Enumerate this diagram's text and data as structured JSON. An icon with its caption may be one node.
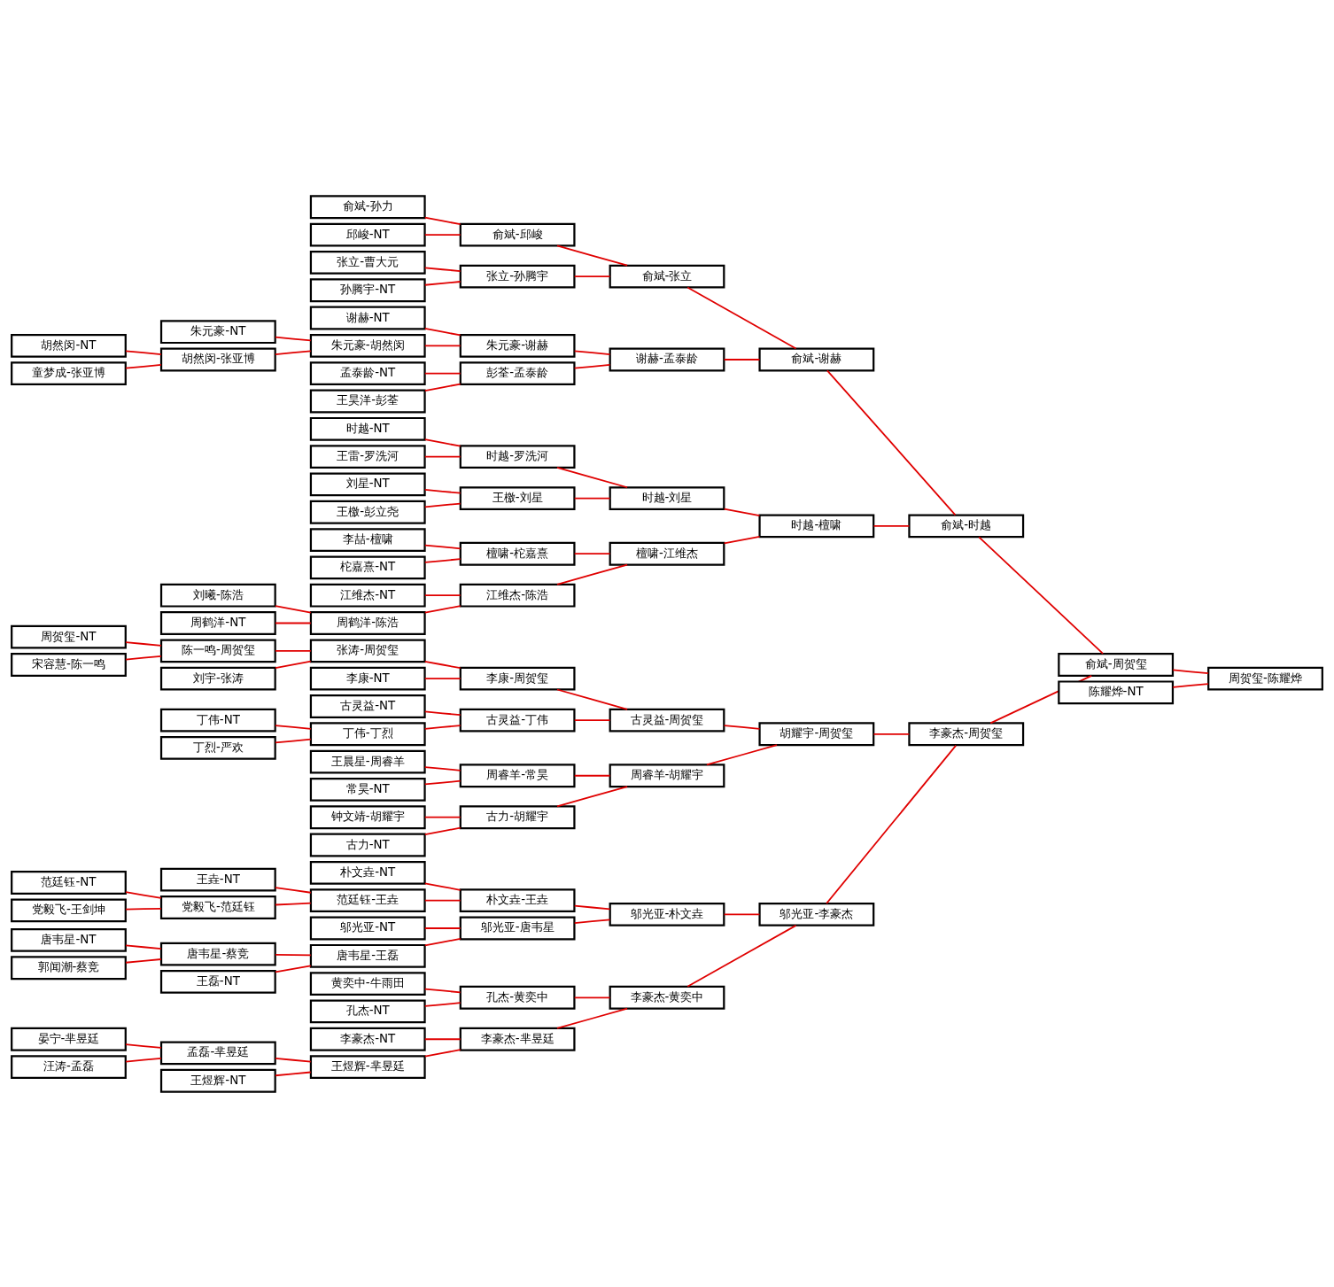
{
  "diagram": {
    "nodes": [
      {
        "text": [
          "周贺玺-NT"
        ]
      },
      {
        "text": [
          "宋容慧-陈一鸣"
        ]
      },
      {
        "text": [
          "晏宁-芈昱廷"
        ]
      },
      {
        "text": [
          "汪涛-孟磊"
        ]
      },
      {
        "text": [
          "唐韦星-NT"
        ]
      },
      {
        "text": [
          "郭闻潮-蔡竞"
        ]
      },
      {
        "text": [
          "范廷钰-NT"
        ]
      },
      {
        "text": [
          "党毅飞-王剑坤"
        ]
      },
      {
        "text": [
          "胡然闵-NT"
        ]
      },
      {
        "text": [
          "童梦成-张亚博"
        ]
      },
      {
        "text": [
          "陈一鸣-周贺玺"
        ]
      },
      {
        "text": [
          "刘宇-张涛"
        ]
      },
      {
        "text": [
          "丁伟-NT"
        ]
      },
      {
        "text": [
          "丁烈-严欢"
        ]
      },
      {
        "text": [
          "孟磊-芈昱廷"
        ]
      },
      {
        "text": [
          "王煜辉-NT"
        ]
      },
      {
        "text": [
          "唐韦星-蔡竞"
        ]
      },
      {
        "text": [
          "王磊-NT"
        ]
      },
      {
        "text": [
          "王垚-NT"
        ]
      },
      {
        "text": [
          "党毅飞-范廷钰"
        ]
      },
      {
        "text": [
          "朱元豪-NT"
        ]
      },
      {
        "text": [
          "胡然闵-张亚博"
        ]
      },
      {
        "text": [
          "刘曦-陈浩"
        ]
      },
      {
        "text": [
          "周鹤洋-NT"
        ]
      },
      {
        "text": [
          "张涛-周贺玺"
        ]
      },
      {
        "text": [
          "李康-NT"
        ]
      },
      {
        "text": [
          "古灵益-NT"
        ]
      },
      {
        "text": [
          "丁伟-丁烈"
        ]
      },
      {
        "text": [
          "钟文靖-胡耀宇"
        ]
      },
      {
        "text": [
          "古力-NT"
        ]
      },
      {
        "text": [
          "王晨星-周睿羊"
        ]
      },
      {
        "text": [
          "常昊-NT"
        ]
      },
      {
        "text": [
          "李豪杰-NT"
        ]
      },
      {
        "text": [
          "王煜辉-芈昱廷"
        ]
      },
      {
        "text": [
          "黄奕中-牛雨田"
        ]
      },
      {
        "text": [
          "孔杰-NT"
        ]
      },
      {
        "text": [
          "邬光亚-NT"
        ]
      },
      {
        "text": [
          "唐韦星-王磊"
        ]
      },
      {
        "text": [
          "朴文垚-NT"
        ]
      },
      {
        "text": [
          "范廷钰-王垚"
        ]
      },
      {
        "text": [
          "俞斌-孙力"
        ]
      },
      {
        "text": [
          "邱峻-NT"
        ]
      },
      {
        "text": [
          "张立-曹大元"
        ]
      },
      {
        "text": [
          "孙腾宇-NT"
        ]
      },
      {
        "text": [
          "谢赫-NT"
        ]
      },
      {
        "text": [
          "朱元豪-胡然闵"
        ]
      },
      {
        "text": [
          "孟泰龄-NT"
        ]
      },
      {
        "text": [
          "王昊洋-彭荃"
        ]
      },
      {
        "text": [
          "时越-NT"
        ]
      },
      {
        "text": [
          "王雷-罗洗河"
        ]
      },
      {
        "text": [
          "刘星-NT"
        ]
      },
      {
        "text": [
          "王檄-彭立尧"
        ]
      },
      {
        "text": [
          "李喆-檀啸"
        ]
      },
      {
        "text": [
          "柁嘉熹-NT"
        ]
      },
      {
        "text": [
          "江维杰-NT"
        ]
      },
      {
        "text": [
          "周鹤洋-陈浩"
        ]
      },
      {
        "text": [
          "李康-周贺玺"
        ]
      },
      {
        "text": [
          "古灵益-丁伟"
        ]
      },
      {
        "text": [
          "古力-胡耀宇"
        ]
      },
      {
        "text": [
          "周睿羊-常昊"
        ]
      },
      {
        "text": [
          "李豪杰-芈昱廷"
        ]
      },
      {
        "text": [
          "孔杰-黄奕中"
        ]
      },
      {
        "text": [
          "邬光亚-唐韦星"
        ]
      },
      {
        "text": [
          "朴文垚-王垚"
        ]
      },
      {
        "text": [
          "俞斌-邱峻"
        ]
      },
      {
        "text": [
          "张立-孙腾宇"
        ]
      },
      {
        "text": [
          "朱元豪-谢赫"
        ]
      },
      {
        "text": [
          "彭荃-孟泰龄"
        ]
      },
      {
        "text": [
          "时越-罗洗河"
        ]
      },
      {
        "text": [
          "王檄-刘星"
        ]
      },
      {
        "text": [
          "檀啸-柁嘉熹"
        ]
      },
      {
        "text": [
          "江维杰-陈浩"
        ]
      },
      {
        "text": [
          "古灵益-周贺玺"
        ]
      },
      {
        "text": [
          "周睿羊-胡耀宇"
        ]
      },
      {
        "text": [
          "李豪杰-黄奕中"
        ]
      },
      {
        "text": [
          "邬光亚-朴文垚"
        ]
      },
      {
        "text": [
          "俞斌-张立"
        ]
      },
      {
        "text": [
          "谢赫-孟泰龄"
        ]
      },
      {
        "text": [
          "时越-刘星"
        ]
      },
      {
        "text": [
          "檀啸-江维杰"
        ]
      },
      {
        "text": [
          "胡耀宇-周贺玺"
        ]
      },
      {
        "text": [
          "邬光亚-李豪杰"
        ]
      },
      {
        "text": [
          "俞斌-谢赫"
        ]
      },
      {
        "text": [
          "时越-檀啸"
        ]
      },
      {
        "text": [
          "李豪杰-周贺玺"
        ]
      },
      {
        "text": [
          "俞斌-时越"
        ]
      },
      {
        "text": [
          "陈耀烨-NT"
        ]
      },
      {
        "text": [
          "俞斌-周贺玺"
        ]
      },
      {
        "text": [
          "周贺玺-陈耀烨"
        ]
      }
    ],
    "edges": [
      {
        "from": 0,
        "to": 10,
        "arrow": "none"
      },
      {
        "from": 1,
        "to": 10,
        "arrow": "none"
      },
      {
        "from": 2,
        "to": 14,
        "arrow": "none"
      },
      {
        "from": 3,
        "to": 14,
        "arrow": "none"
      },
      {
        "from": 4,
        "to": 16,
        "arrow": "none"
      },
      {
        "from": 5,
        "to": 16,
        "arrow": "none"
      },
      {
        "from": 6,
        "to": 19,
        "arrow": "none"
      },
      {
        "from": 7,
        "to": 19,
        "arrow": "none"
      },
      {
        "from": 8,
        "to": 21,
        "arrow": "none"
      },
      {
        "from": 9,
        "to": 21,
        "arrow": "none"
      },
      {
        "from": 10,
        "to": 24,
        "arrow": "none"
      },
      {
        "from": 11,
        "to": 24,
        "arrow": "none"
      },
      {
        "from": 12,
        "to": 27,
        "arrow": "none"
      },
      {
        "from": 13,
        "to": 27,
        "arrow": "none"
      },
      {
        "from": 14,
        "to": 33,
        "arrow": "none"
      },
      {
        "from": 15,
        "to": 33,
        "arrow": "none"
      },
      {
        "from": 16,
        "to": 37,
        "arrow": "none"
      },
      {
        "from": 17,
        "to": 37,
        "arrow": "none"
      },
      {
        "from": 18,
        "to": 39,
        "arrow": "none"
      },
      {
        "from": 19,
        "to": 39,
        "arrow": "none"
      },
      {
        "from": 20,
        "to": 45,
        "arrow": "none"
      },
      {
        "from": 21,
        "to": 45,
        "arrow": "none"
      },
      {
        "from": 22,
        "to": 55,
        "arrow": "none"
      },
      {
        "from": 23,
        "to": 55,
        "arrow": "none"
      },
      {
        "from": 24,
        "to": 56,
        "arrow": "none"
      },
      {
        "from": 25,
        "to": 56,
        "arrow": "none"
      },
      {
        "from": 26,
        "to": 57,
        "arrow": "none"
      },
      {
        "from": 27,
        "to": 57,
        "arrow": "none"
      },
      {
        "from": 28,
        "to": 58,
        "arrow": "none"
      },
      {
        "from": 29,
        "to": 58,
        "arrow": "none"
      },
      {
        "from": 30,
        "to": 59,
        "arrow": "none"
      },
      {
        "from": 31,
        "to": 59,
        "arrow": "none"
      },
      {
        "from": 32,
        "to": 60,
        "arrow": "none"
      },
      {
        "from": 33,
        "to": 60,
        "arrow": "none"
      },
      {
        "from": 34,
        "to": 61,
        "arrow": "none"
      },
      {
        "from": 35,
        "to": 61,
        "arrow": "none"
      },
      {
        "from": 36,
        "to": 62,
        "arrow": "none"
      },
      {
        "from": 37,
        "to": 62,
        "arrow": "none"
      },
      {
        "from": 38,
        "to": 63,
        "arrow": "none"
      },
      {
        "from": 39,
        "to": 63,
        "arrow": "none"
      },
      {
        "from": 40,
        "to": 64,
        "arrow": "none"
      },
      {
        "from": 41,
        "to": 64,
        "arrow": "none"
      },
      {
        "from": 42,
        "to": 65,
        "arrow": "none"
      },
      {
        "from": 43,
        "to": 65,
        "arrow": "none"
      },
      {
        "from": 44,
        "to": 66,
        "arrow": "none"
      },
      {
        "from": 45,
        "to": 66,
        "arrow": "none"
      },
      {
        "from": 46,
        "to": 67,
        "arrow": "none"
      },
      {
        "from": 47,
        "to": 67,
        "arrow": "none"
      },
      {
        "from": 48,
        "to": 68,
        "arrow": "none"
      },
      {
        "from": 49,
        "to": 68,
        "arrow": "none"
      },
      {
        "from": 50,
        "to": 69,
        "arrow": "none"
      },
      {
        "from": 51,
        "to": 69,
        "arrow": "none"
      },
      {
        "from": 52,
        "to": 70,
        "arrow": "none"
      },
      {
        "from": 53,
        "to": 70,
        "arrow": "none"
      },
      {
        "from": 54,
        "to": 71,
        "arrow": "none"
      },
      {
        "from": 55,
        "to": 71,
        "arrow": "none"
      },
      {
        "from": 56,
        "to": 72,
        "arrow": "none"
      },
      {
        "from": 57,
        "to": 72,
        "arrow": "none"
      },
      {
        "from": 58,
        "to": 73,
        "arrow": "none"
      },
      {
        "from": 59,
        "to": 73,
        "arrow": "none"
      },
      {
        "from": 60,
        "to": 74,
        "arrow": "none"
      },
      {
        "from": 61,
        "to": 74,
        "arrow": "none"
      },
      {
        "from": 62,
        "to": 75,
        "arrow": "none"
      },
      {
        "from": 63,
        "to": 75,
        "arrow": "none"
      },
      {
        "from": 64,
        "to": 76,
        "arrow": "none"
      },
      {
        "from": 65,
        "to": 76,
        "arrow": "none"
      },
      {
        "from": 66,
        "to": 77,
        "arrow": "none"
      },
      {
        "from": 67,
        "to": 77,
        "arrow": "none"
      },
      {
        "from": 68,
        "to": 78,
        "arrow": "none"
      },
      {
        "from": 69,
        "to": 78,
        "arrow": "none"
      },
      {
        "from": 70,
        "to": 79,
        "arrow": "none"
      },
      {
        "from": 71,
        "to": 79,
        "arrow": "none"
      },
      {
        "from": 72,
        "to": 80,
        "arrow": "none"
      },
      {
        "from": 73,
        "to": 80,
        "arrow": "none"
      },
      {
        "from": 74,
        "to": 81,
        "arrow": "none"
      },
      {
        "from": 75,
        "to": 81,
        "arrow": "none"
      },
      {
        "from": 76,
        "to": 82,
        "arrow": "none"
      },
      {
        "from": 77,
        "to": 82,
        "arrow": "none"
      },
      {
        "from": 78,
        "to": 83,
        "arrow": "none"
      },
      {
        "from": 79,
        "to": 83,
        "arrow": "none"
      },
      {
        "from": 80,
        "to": 84,
        "arrow": "none"
      },
      {
        "from": 81,
        "to": 84,
        "arrow": "none"
      },
      {
        "from": 82,
        "to": 85,
        "arrow": "none"
      },
      {
        "from": 83,
        "to": 85,
        "arrow": "none"
      },
      {
        "from": 84,
        "to": 87,
        "arrow": "none"
      },
      {
        "from": 85,
        "to": 87,
        "arrow": "none"
      },
      {
        "from": 86,
        "to": 88,
        "arrow": "none"
      },
      {
        "from": 87,
        "to": 88,
        "arrow": "none"
      }
    ]
  }
}
